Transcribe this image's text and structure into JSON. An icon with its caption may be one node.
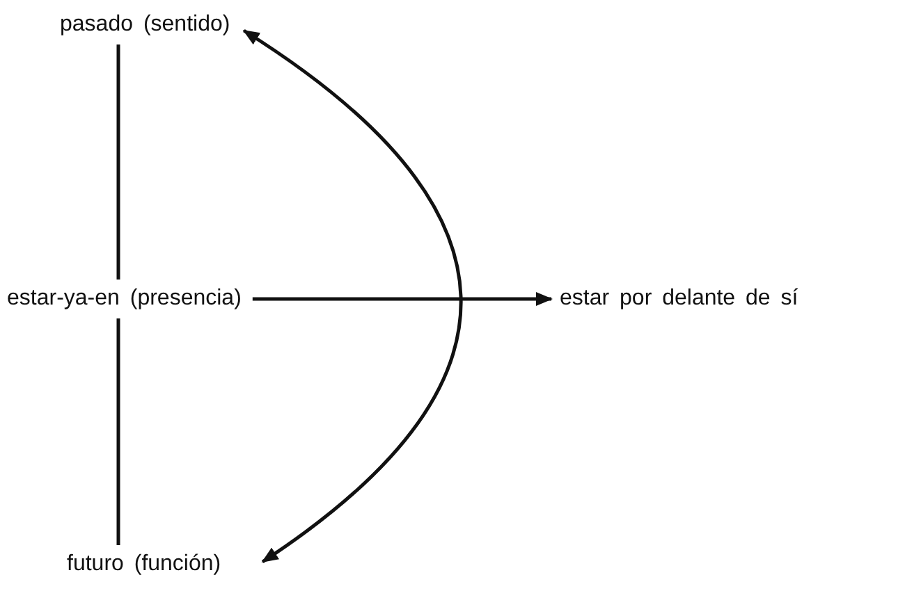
{
  "diagram": {
    "nodes": [
      {
        "text": [
          "pasado (sentido)"
        ]
      },
      {
        "text": [
          "estar-ya-en (presencia)"
        ]
      },
      {
        "text": [
          "futuro (función)"
        ]
      },
      {
        "text": [
          "estar por delante de sí"
        ]
      }
    ],
    "edges": [
      {
        "from": 0,
        "to": 1,
        "arrow": "none"
      },
      {
        "from": 1,
        "to": 2,
        "arrow": "none"
      },
      {
        "from": 1,
        "to": 3,
        "arrow": "to"
      },
      {
        "from": 0,
        "to": 2,
        "arrow": "both"
      }
    ]
  }
}
